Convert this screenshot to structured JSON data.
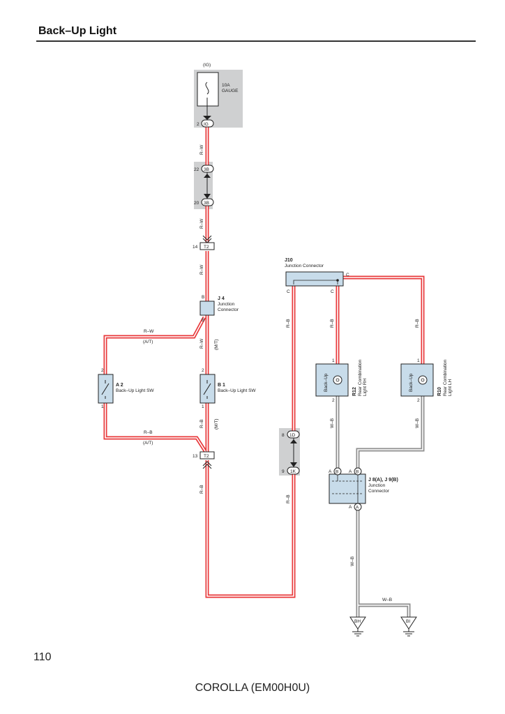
{
  "header": {
    "title": "Back–Up Light"
  },
  "footer": {
    "page_number": "110",
    "model": "COROLLA (EM00H0U)"
  },
  "fuse": {
    "source": "(IG)",
    "rating": "10A",
    "name": "GAUGE"
  },
  "connectors": {
    "ig": {
      "label": "IG",
      "pin": "2"
    },
    "c3b_top": {
      "label": "3B",
      "pin": "22"
    },
    "c3b_bottom": {
      "label": "3B",
      "pin": "20"
    },
    "t2_top": {
      "label": "T2",
      "pin": "14"
    },
    "t2_bottom": {
      "label": "T2",
      "pin": "13"
    },
    "c1d": {
      "label": "1D",
      "pin": "8"
    },
    "c1k": {
      "label": "1K",
      "pin": "9"
    }
  },
  "wires": {
    "rw": "R–W",
    "rb": "R–B",
    "wb": "W–B",
    "at": "(A/T)",
    "mt": "(M/T)"
  },
  "j4": {
    "id": "J 4",
    "name_line1": "Junction",
    "name_line2": "Connector",
    "pin_top": "B",
    "pin_bottom": "B"
  },
  "j10": {
    "id": "J10",
    "name": "Junction Connector",
    "pin_right": "C",
    "pin_left": "C",
    "pin_mid": "C"
  },
  "a2": {
    "id": "A 2",
    "name": "Back–Up Light SW",
    "pin_top": "2",
    "pin_bottom": "1"
  },
  "b1": {
    "id": "B 1",
    "name": "Back–Up Light SW",
    "pin_top": "2",
    "pin_bottom": "1"
  },
  "r12": {
    "id": "R12",
    "name_line1": "Rear Combination",
    "name_line2": "Light RH",
    "lamp": "Back–Up",
    "pin_top": "1",
    "pin_bottom": "2"
  },
  "r10": {
    "id": "R10",
    "name_line1": "Rear Combination",
    "name_line2": "Light LH",
    "lamp": "Back–Up",
    "pin_top": "1",
    "pin_bottom": "2"
  },
  "j8j9": {
    "id": "J 8(A), J 9(B)",
    "name_line1": "Junction",
    "name_line2": "Connector",
    "pin_a": "A",
    "pin_b": "B"
  },
  "grounds": {
    "left": "BH",
    "right": "BI"
  },
  "colors": {
    "wire_red": "#e8393b",
    "wire_grey": "#9a9a9a",
    "shade": "#cfd0d1",
    "box": "#c8dcea"
  }
}
